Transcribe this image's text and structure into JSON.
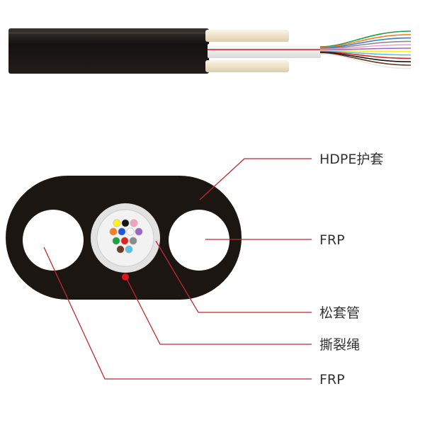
{
  "colors": {
    "jacket": "#1c1613",
    "leader_line": "#c0282d",
    "label_text": "#333333",
    "ripcord": "#e0121b",
    "frp_core": "#ffffff",
    "tube_fill": "#f2f2f2",
    "tube_ring": "#e2e2e2"
  },
  "labels": {
    "hdpe_jacket": "HDPE护套",
    "frp_right": "FRP",
    "loose_tube": "松套管",
    "ripcord": "撕裂绳",
    "frp_left": "FRP"
  },
  "fiber_colors": [
    "#ffef1f",
    "#1f57d6",
    "#141414",
    "#f08224",
    "#e02222",
    "#f7f7f7",
    "#9d63c6",
    "#1e9e45",
    "#8b8b8b",
    "#f2a0c4",
    "#6b3a22",
    "#58c4de"
  ],
  "side_view_fiber_colors": [
    "#1e9e45",
    "#f08224",
    "#3a78d8",
    "#8b8b8b",
    "#f2a0c4",
    "#9d63c6",
    "#ffef1f",
    "#58c4de",
    "#e02222",
    "#141414",
    "#6b3a22",
    "#e8e8e8"
  ]
}
